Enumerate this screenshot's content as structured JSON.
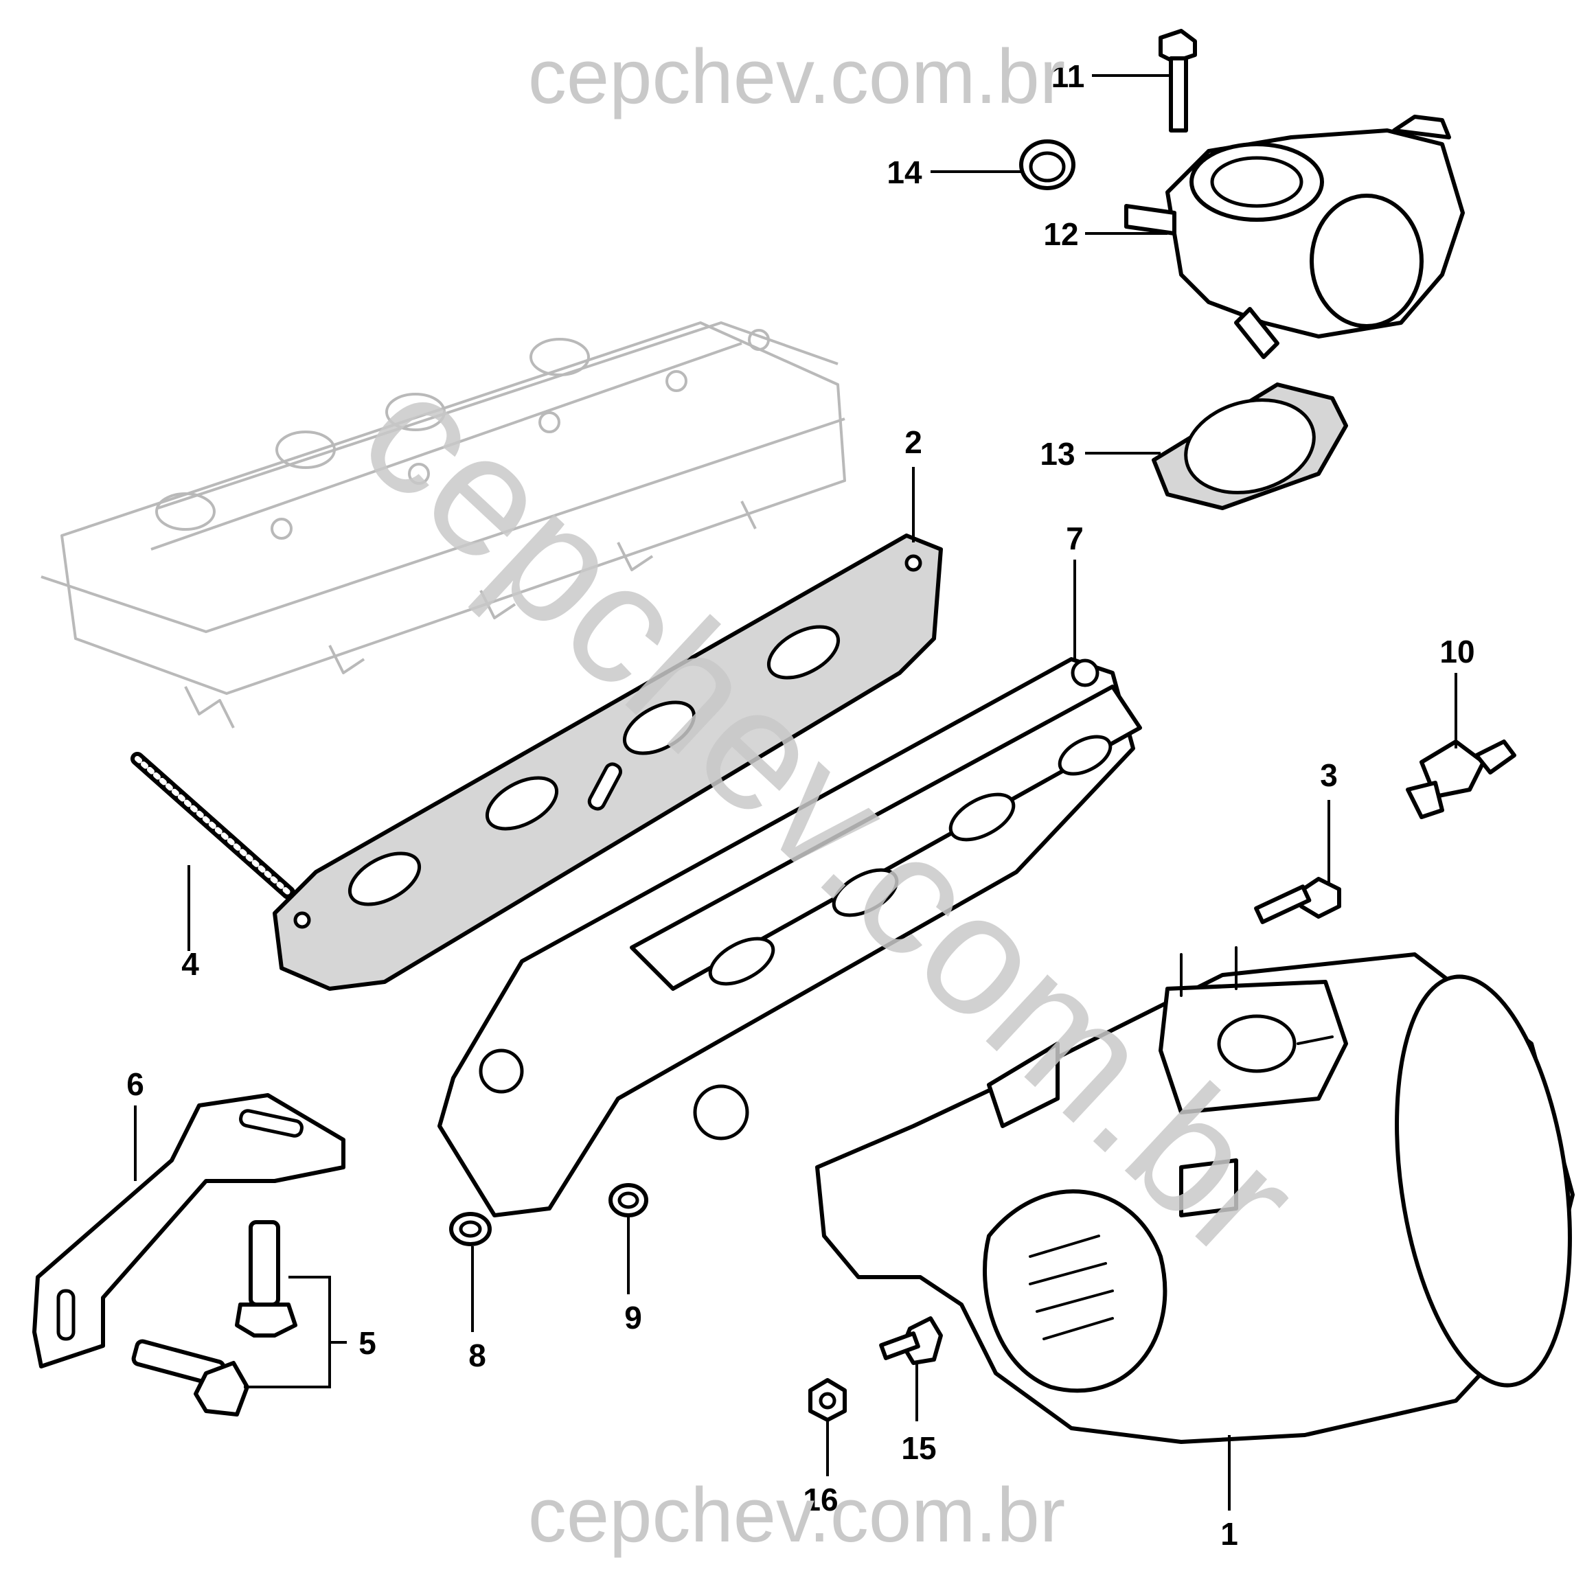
{
  "watermark": {
    "top": "cepchev.com.br",
    "bottom": "cepchev.com.br",
    "diagonal": "cepchev.com.br",
    "color": "#c9c9c9"
  },
  "callouts": [
    {
      "id": "1",
      "label": "1"
    },
    {
      "id": "2",
      "label": "2"
    },
    {
      "id": "3",
      "label": "3"
    },
    {
      "id": "4",
      "label": "4"
    },
    {
      "id": "5",
      "label": "5"
    },
    {
      "id": "6",
      "label": "6"
    },
    {
      "id": "7",
      "label": "7"
    },
    {
      "id": "8",
      "label": "8"
    },
    {
      "id": "9",
      "label": "9"
    },
    {
      "id": "10",
      "label": "10"
    },
    {
      "id": "11",
      "label": "11"
    },
    {
      "id": "12",
      "label": "12"
    },
    {
      "id": "13",
      "label": "13"
    },
    {
      "id": "14",
      "label": "14"
    },
    {
      "id": "15",
      "label": "15"
    },
    {
      "id": "16",
      "label": "16"
    }
  ]
}
